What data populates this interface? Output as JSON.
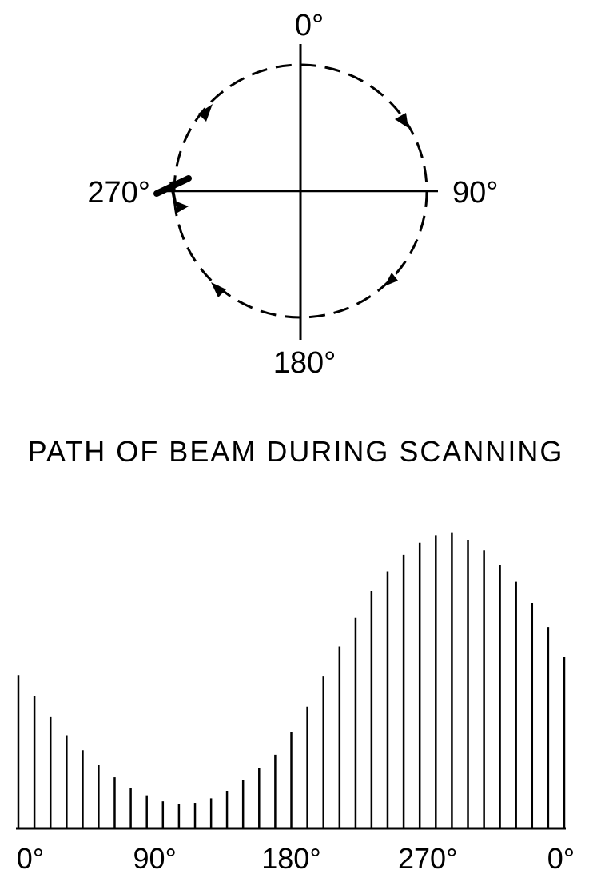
{
  "scan_diagram": {
    "labels": {
      "top": "0°",
      "right": "90°",
      "bottom": "180°",
      "left": "270°"
    }
  },
  "caption": "PATH OF BEAM DURING SCANNING",
  "chart_data": {
    "type": "bar",
    "xlabel": "",
    "ylabel": "",
    "x_tick_labels": [
      "0°",
      "90°",
      "180°",
      "270°",
      "0°"
    ],
    "x_tick_degrees": [
      0,
      90,
      180,
      270,
      360
    ],
    "xlim": [
      0,
      360
    ],
    "ylim": [
      0,
      1
    ],
    "grid": false,
    "x": [
      0,
      10.6,
      21.2,
      31.8,
      42.4,
      52.9,
      63.5,
      74.1,
      84.7,
      95.3,
      105.9,
      116.5,
      127.1,
      137.6,
      148.2,
      158.8,
      169.4,
      180.0,
      190.6,
      201.2,
      211.8,
      222.4,
      232.9,
      243.5,
      254.1,
      264.7,
      275.3,
      285.9,
      296.5,
      307.1,
      317.6,
      328.2,
      338.8,
      349.4,
      360.0
    ],
    "values": [
      0.51,
      0.44,
      0.37,
      0.31,
      0.26,
      0.21,
      0.17,
      0.135,
      0.11,
      0.09,
      0.08,
      0.085,
      0.1,
      0.125,
      0.16,
      0.2,
      0.245,
      0.32,
      0.405,
      0.505,
      0.605,
      0.7,
      0.79,
      0.855,
      0.91,
      0.95,
      0.975,
      0.985,
      0.96,
      0.925,
      0.875,
      0.82,
      0.75,
      0.67,
      0.57
    ]
  }
}
